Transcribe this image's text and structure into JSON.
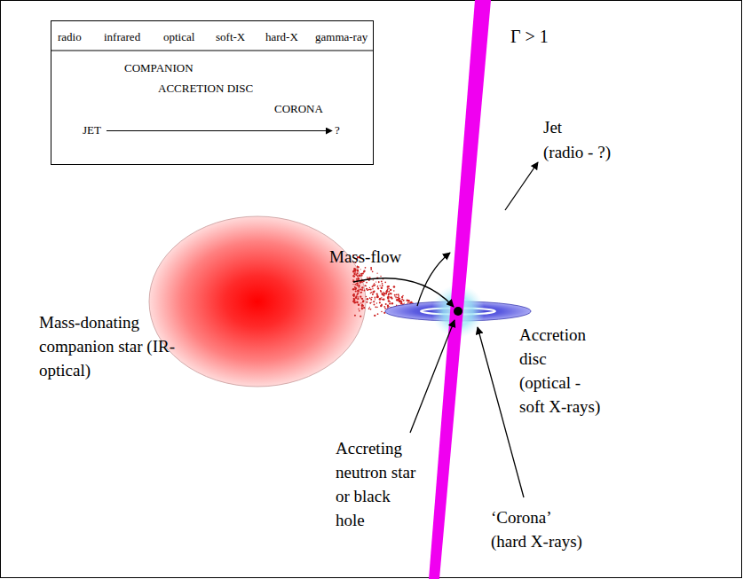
{
  "diagram": {
    "nodes": [
      {
        "text": [
          "radio",
          "infrared",
          "optical",
          "soft-X",
          "hard-X",
          "gamma-ray",
          "COMPANION",
          "ACCRETION DISC",
          "CORONA",
          "JET",
          "?"
        ]
      }
    ],
    "labels": [
      "Γ > 1",
      "Jet",
      "(radio - ?)",
      "Mass-flow",
      "Mass-donating companion star (IR-optical)",
      "Accretion disc",
      "(optical - soft X-rays)",
      "Accreting neutron star or black hole",
      "‘Corona’ (hard X-rays)"
    ]
  }
}
